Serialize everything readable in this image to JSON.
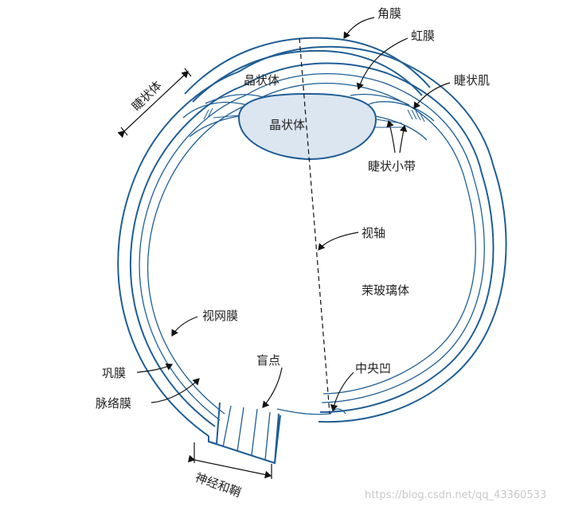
{
  "diagram": {
    "labels": {
      "cornea": "角膜",
      "iris": "虹膜",
      "ciliary_muscle": "睫状肌",
      "ciliary_body": "睫状体",
      "lens_upper": "晶状体",
      "lens_inner": "晶状体",
      "zonule": "睫状小带",
      "visual_axis": "视轴",
      "vitreous": "茉玻璃体",
      "retina": "视网膜",
      "blind_spot": "盲点",
      "fovea": "中央凹",
      "sclera": "巩膜",
      "choroid": "脉络膜",
      "optic_sheath": "神经和鞘"
    },
    "watermark": "https://blog.csdn.net/qq_43360533",
    "colors": {
      "outline": "#1f5e96",
      "lens_fill": "#dbe6f1",
      "text": "#222222"
    }
  }
}
